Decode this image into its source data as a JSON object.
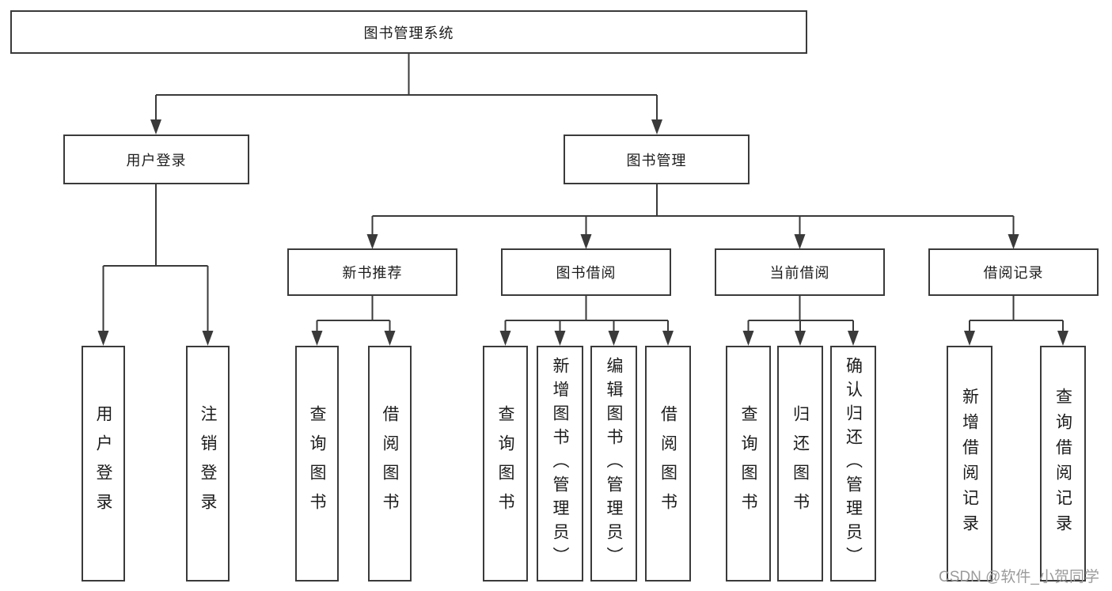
{
  "diagram": {
    "root": {
      "label": "图书管理系统"
    },
    "level2": [
      {
        "label": "用户登录",
        "parent": "图书管理系统"
      },
      {
        "label": "图书管理",
        "parent": "图书管理系统"
      }
    ],
    "level3": [
      {
        "label": "新书推荐",
        "parent": "图书管理"
      },
      {
        "label": "图书借阅",
        "parent": "图书管理"
      },
      {
        "label": "当前借阅",
        "parent": "图书管理"
      },
      {
        "label": "借阅记录",
        "parent": "图书管理"
      }
    ],
    "leaves": [
      {
        "label": "用户登录",
        "parent": "用户登录"
      },
      {
        "label": "注销登录",
        "parent": "用户登录"
      },
      {
        "label": "查询图书",
        "parent": "新书推荐"
      },
      {
        "label": "借阅图书",
        "parent": "新书推荐"
      },
      {
        "label": "查询图书",
        "parent": "图书借阅"
      },
      {
        "label": "新增图书（管理员）",
        "parent": "图书借阅"
      },
      {
        "label": "编辑图书（管理员）",
        "parent": "图书借阅"
      },
      {
        "label": "借阅图书",
        "parent": "图书借阅"
      },
      {
        "label": "查询图书",
        "parent": "当前借阅"
      },
      {
        "label": "归还图书",
        "parent": "当前借阅"
      },
      {
        "label": "确认归还（管理员）",
        "parent": "当前借阅"
      },
      {
        "label": "新增借阅记录",
        "parent": "借阅记录"
      },
      {
        "label": "查询借阅记录",
        "parent": "借阅记录"
      }
    ]
  },
  "watermark": {
    "text": "CSDN @软件_小贺同学"
  },
  "colors": {
    "line": "#3a3a3a",
    "box_border": "#3a3a3a",
    "box_fill": "#ffffff",
    "text": "#1c1c1c",
    "watermark": "#9b9b9b",
    "background": "#ffffff"
  }
}
